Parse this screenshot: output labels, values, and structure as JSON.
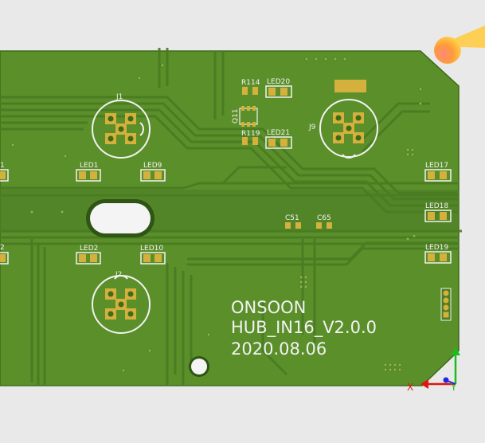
{
  "viewer": {
    "background": "#e9e9ea",
    "board_color": "#5b8f2a",
    "copper_color": "#4c7d24",
    "pad_color": "#d4b03c",
    "silk_color": "#f2f2f2"
  },
  "board": {
    "text_lines": [
      "ONSOON",
      "HUB_IN16_V2.0.0",
      "2020.08.06"
    ]
  },
  "designators": {
    "J1": "J1",
    "J2": "J2",
    "J9": "J9",
    "R114": "R114",
    "R119": "R119",
    "Q11": "Q11",
    "C51": "C51",
    "C65": "C65",
    "LED1": "LED1",
    "LED2": "LED2",
    "LED9": "LED9",
    "LED10": "LED10",
    "LED17": "LED17",
    "LED18": "LED18",
    "LED19": "LED19",
    "LED20": "LED20",
    "LED21": "LED21",
    "partial_left_top": "1",
    "partial_left_bottom": "2"
  },
  "axis": {
    "x_label": "X",
    "y_label": "Y",
    "x_color": "#e01515",
    "y_color": "#1dbb1d",
    "z_color": "#1a2ae0"
  },
  "icons": {
    "light_source": "light-source-icon"
  }
}
